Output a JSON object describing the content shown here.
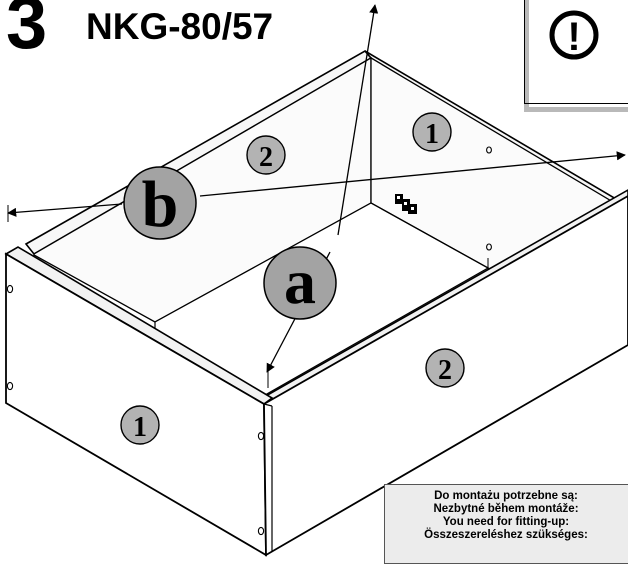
{
  "header": {
    "step_number": "3",
    "model_code": "NKG-80/57"
  },
  "warning": {
    "icon": "exclamation-circle-icon",
    "glyph": "!"
  },
  "drawing": {
    "labels": {
      "diagonal_a": "a",
      "diagonal_b": "b",
      "panel_side_back": "1",
      "panel_long_back": "2",
      "panel_side_front": "1",
      "panel_long_front": "2"
    }
  },
  "tools_callout": {
    "lines": [
      "Do montażu potrzebne są:",
      "Nezbytné během montáže:",
      "You need for fitting-up:",
      "Összeszereléshez szükséges:"
    ]
  }
}
